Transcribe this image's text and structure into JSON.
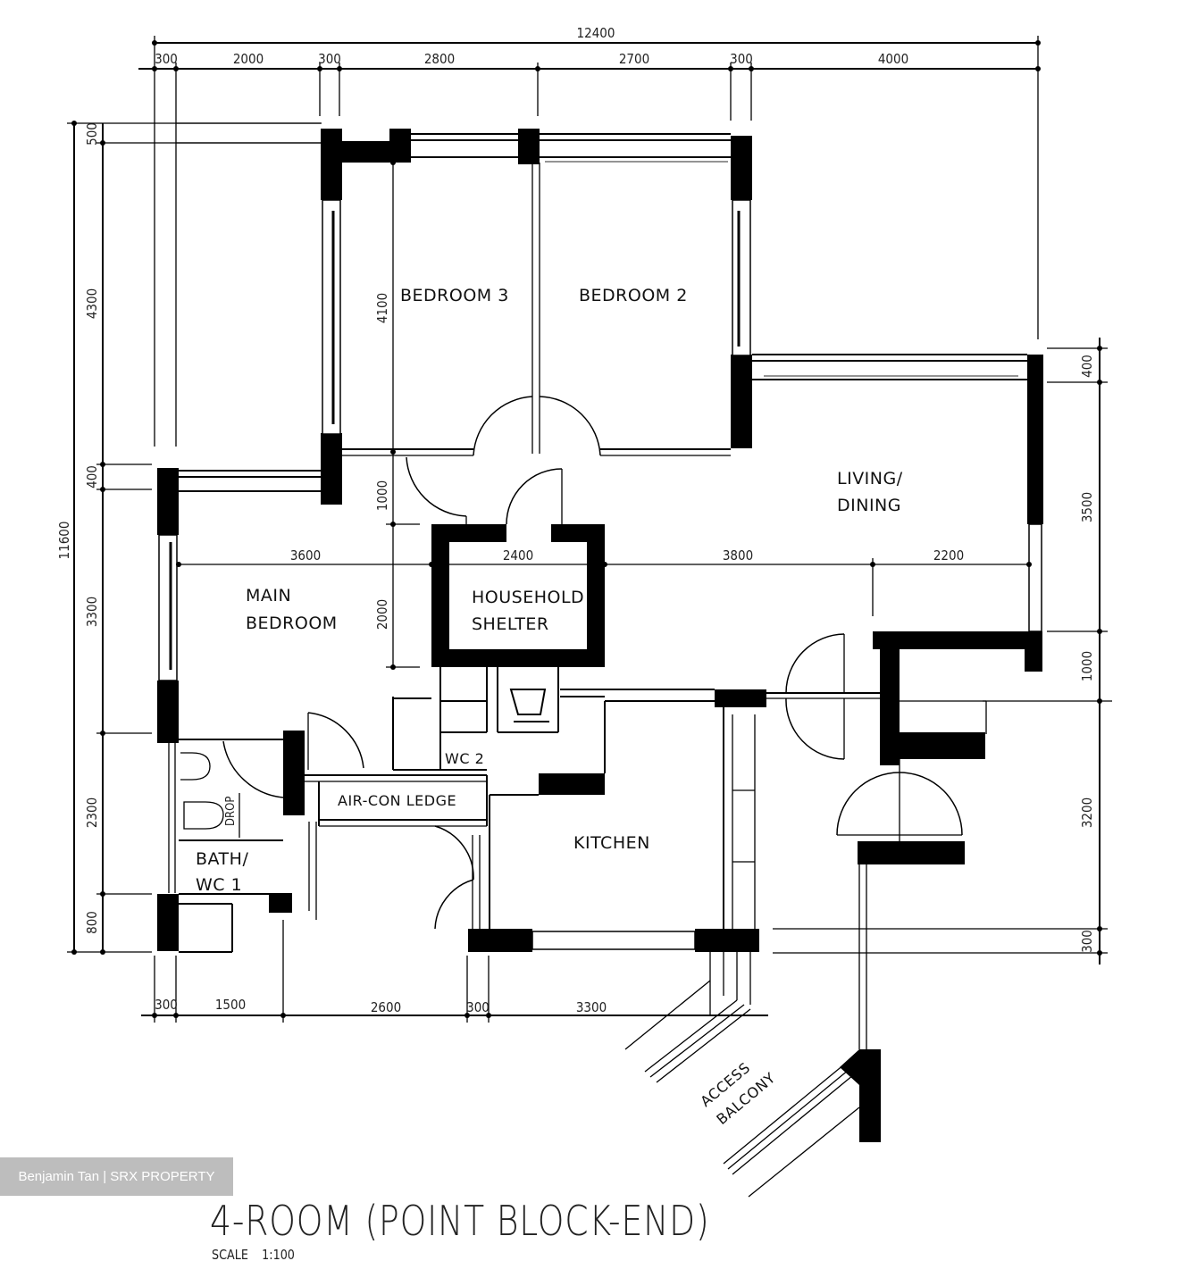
{
  "plan": {
    "title": "4-ROOM (POINT BLOCK-END)",
    "scale_label": "SCALE",
    "scale_value": "1:100",
    "watermark": "Benjamin Tan | SRX PROPERTY"
  },
  "rooms": {
    "bedroom3": "BEDROOM  3",
    "bedroom2": "BEDROOM  2",
    "living_line1": "LIVING/",
    "living_line2": "DINING",
    "main_bedroom_line1": "MAIN",
    "main_bedroom_line2": "BEDROOM",
    "shelter_line1": "HOUSEHOLD",
    "shelter_line2": "SHELTER",
    "aircon_ledge": "AIR-CON  LEDGE",
    "kitchen": "KITCHEN",
    "bath_line1": "BATH/",
    "bath_line2": "WC  1",
    "wc2": "WC 2",
    "drop": "DROP",
    "access_line1": "ACCESS",
    "access_line2": "BALCONY"
  },
  "dimensions": {
    "top_total": "12400",
    "top_segments": [
      "300",
      "2000",
      "300",
      "2800",
      "2700",
      "300",
      "4000"
    ],
    "left_total": "11600",
    "left_segments": [
      "500",
      "4300",
      "400",
      "3300",
      "2300",
      "800"
    ],
    "right_segments": [
      "400",
      "3500",
      "1000",
      "3200",
      "300"
    ],
    "bottom_segments": [
      "300",
      "1500",
      "2600",
      "300",
      "3300"
    ],
    "interior": {
      "bedroom3_depth": "4100",
      "corridor": "1000",
      "main_bedroom_width": "3600",
      "shelter_width": "2400",
      "living_width": "3800",
      "living_end": "2200",
      "shelter_depth": "2000"
    }
  }
}
